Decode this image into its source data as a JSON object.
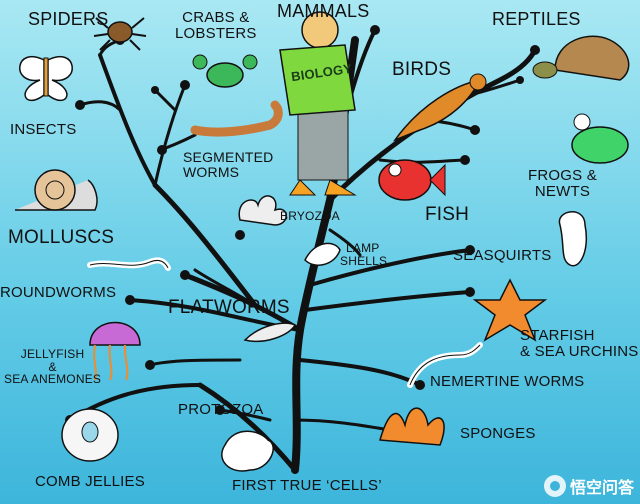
{
  "labels": {
    "spiders": "SPIDERS",
    "crabs": [
      "CRABS &",
      "LOBSTERS"
    ],
    "mammals": "MAMMALS",
    "reptiles": "REPTILES",
    "birds": "BIRDS",
    "insects": "INSECTS",
    "segmented": [
      "SEGMENTED",
      "WORMS"
    ],
    "frogs": [
      "FROGS &",
      "NEWTS"
    ],
    "fish": "FISH",
    "bryozoa": "BRYOZOA",
    "molluscs": "MOLLUSCS",
    "lamp": [
      "LAMP",
      "SHELLS"
    ],
    "seasquirts": "SEASQUIRTS",
    "roundworms": "ROUNDWORMS",
    "flatworms": "FLATWORMS",
    "starfish": [
      "STARFISH",
      "& SEA URCHINS"
    ],
    "jellyfish": [
      "JELLYFISH",
      "&",
      "SEA ANEMONES"
    ],
    "nemertine": "NEMERTINE WORMS",
    "protozoa": "PROTOZOA",
    "sponges": "SPONGES",
    "comb": "COMB JELLIES",
    "first_cells": "FIRST TRUE ‘CELLS’"
  },
  "book_text": "BIOLOGY",
  "watermark": "悟空问答",
  "icons": [
    "spider",
    "crab",
    "person-reading",
    "tortoise",
    "bird",
    "butterfly",
    "segmented-worm",
    "frog",
    "fish",
    "bryozoa",
    "snail",
    "lamp-shell",
    "seasquirt",
    "roundworm",
    "flatworm",
    "starfish",
    "jellyfish",
    "nemertine-worm",
    "protozoa",
    "sponge",
    "comb-jelly"
  ],
  "colors": {
    "branch": "#111111",
    "bg_top": "#a9e8f3",
    "bg_bottom": "#3db5db"
  }
}
